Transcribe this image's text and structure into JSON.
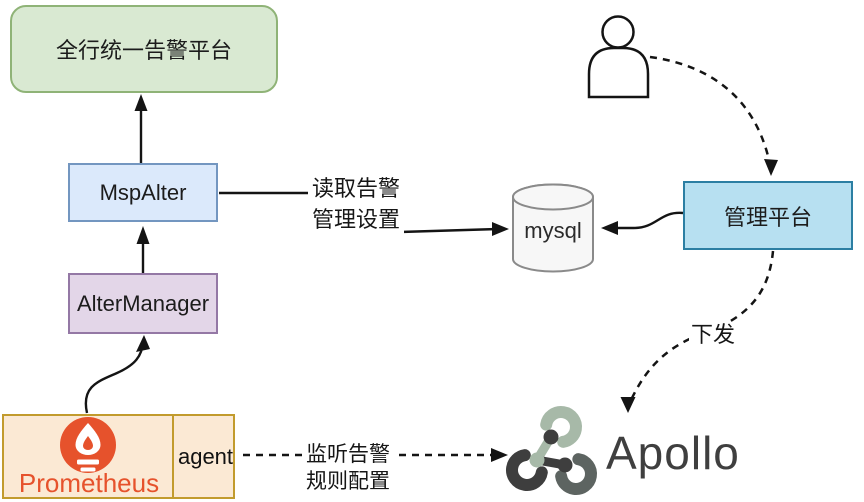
{
  "nodes": {
    "alert_platform": {
      "label": "全行统一告警平台"
    },
    "msp_alter": {
      "label": "MspAlter"
    },
    "alter_manager": {
      "label": "AlterManager"
    },
    "prometheus": {
      "label": "Prometheus",
      "agent": "agent"
    },
    "mysql": {
      "label": "mysql"
    },
    "management_platform": {
      "label": "管理平台"
    },
    "apollo": {
      "label": "Apollo"
    }
  },
  "edges": {
    "read_settings": {
      "line1": "读取告警",
      "line2": "管理设置"
    },
    "listen_rules": {
      "line1": "监听告警",
      "line2": "规则配置"
    },
    "deploy": {
      "label": "下发"
    }
  },
  "colors": {
    "alert_platform_fill": "#d9e9d2",
    "alert_platform_border": "#8fb377",
    "msp_alter_fill": "#dbe9fb",
    "msp_alter_border": "#7396c0",
    "alter_manager_fill": "#e3d6e8",
    "alter_manager_border": "#9478a5",
    "prometheus_fill": "#fbe9d4",
    "prometheus_border": "#c29b2d",
    "prometheus_brand": "#e6522c",
    "mysql_fill": "#f7f7f7",
    "mysql_border": "#8a8a8a",
    "management_fill": "#b7e0f1",
    "management_border": "#2c7fa3",
    "apollo_green": "#a7b9a8",
    "apollo_dark": "#3e3e3e",
    "apollo_gray": "#5d6461",
    "line": "#141414"
  }
}
